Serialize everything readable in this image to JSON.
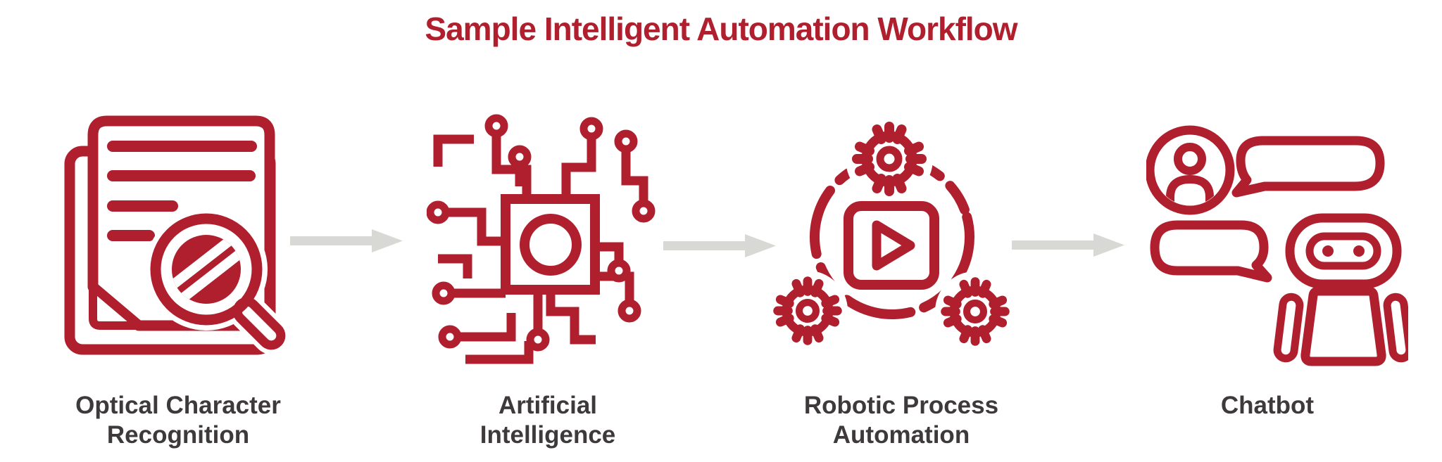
{
  "title": "Sample Intelligent Automation Workflow",
  "steps": [
    {
      "id": "ocr",
      "lines": [
        "Optical Character",
        "Recognition"
      ],
      "icon": "document-magnifier-icon"
    },
    {
      "id": "ai",
      "lines": [
        "Artificial",
        "Intelligence"
      ],
      "icon": "circuit-chip-icon"
    },
    {
      "id": "rpa",
      "lines": [
        "Robotic Process",
        "Automation"
      ],
      "icon": "gears-play-icon"
    },
    {
      "id": "chatbot",
      "lines": [
        "Chatbot"
      ],
      "icon": "robot-chat-icon"
    }
  ],
  "arrows": {
    "count": 3,
    "direction": "right"
  },
  "colors": {
    "accent_red": "#B01F2D",
    "label_text": "#3E3A3B",
    "arrow_gray": "#D8D8D4",
    "background": "#FFFFFF"
  }
}
